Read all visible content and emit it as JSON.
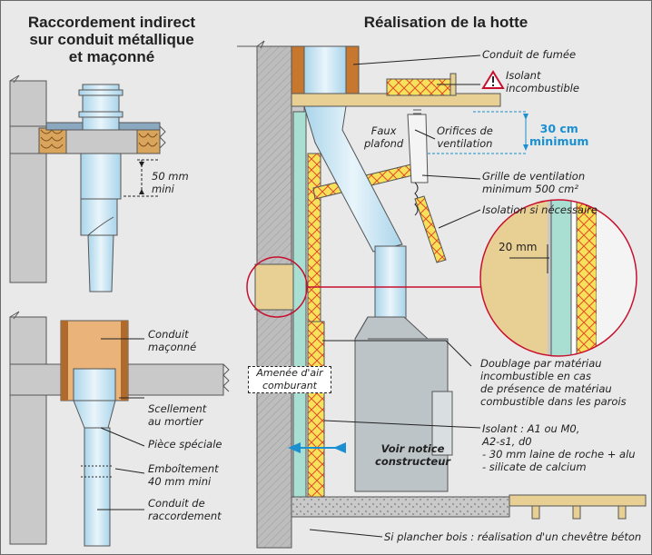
{
  "left_title": [
    "Raccordement indirect",
    "sur conduit métallique",
    "et maçonné"
  ],
  "right_title": "Réalisation de la hotte",
  "dim_50mm": "50 mm",
  "dim_mini": "mini",
  "labels": {
    "conduit_fumee": "Conduit de fumée",
    "isolant_incombustible": [
      "Isolant",
      "incombustible"
    ],
    "faux_plafond": [
      "Faux",
      "plafond"
    ],
    "orifices": [
      "Orifices de",
      "ventilation"
    ],
    "hauteur": [
      "30 cm",
      "minimum"
    ],
    "grille": [
      "Grille de ventilation",
      "minimum 500 cm²"
    ],
    "isolation": "Isolation si nécessaire",
    "dim_20mm": "20 mm",
    "conduit_maconne": [
      "Conduit",
      "maçonné"
    ],
    "scellement": [
      "Scellement",
      "au mortier"
    ],
    "piece_speciale": "Pièce spéciale",
    "emboitement": [
      "Emboîtement",
      "40 mm mini"
    ],
    "conduit_raccordement": [
      "Conduit de",
      "raccordement"
    ],
    "amenee_air": [
      "Amenée d'air",
      "comburant"
    ],
    "doublage": [
      "Doublage par matériau",
      "incombustible en cas",
      "de présence de matériau",
      "combustible dans les parois"
    ],
    "isolant_classes": [
      "Isolant : A1 ou M0,",
      "A2-s1, d0",
      "- 30 mm laine de roche + alu",
      "- silicate de calcium"
    ],
    "voir_notice": [
      "Voir notice",
      "constructeur"
    ],
    "plancher_bois": "Si plancher bois : réalisation d'un chevêtre béton"
  },
  "icons": [
    "warning-icon"
  ],
  "colors": {
    "accent_blue": "#1a8fd1",
    "magnifier_red": "#c8102e",
    "duct_blue": "#cfe6f2",
    "insulation_yellow": "#f6e25a",
    "wall_grey": "#bdbdbd",
    "brick_brown": "#c8772f",
    "wood": "#e8cf94",
    "doublage_green": "#a8dfd2"
  }
}
